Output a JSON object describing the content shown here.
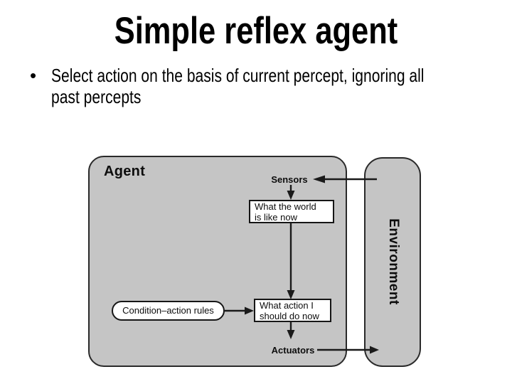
{
  "title": "Simple reflex agent",
  "bullet": {
    "marker": "•",
    "lines": [
      "Select action on the basis of current percept, ignoring all",
      "past percepts"
    ]
  },
  "diagram": {
    "agent_label": "Agent",
    "environment_label": "Environment",
    "sensors_label": "Sensors",
    "actuators_label": "Actuators",
    "world_box": {
      "lines": [
        "What the world",
        "is like now"
      ]
    },
    "action_box": {
      "lines": [
        "What action I",
        "should do now"
      ]
    },
    "rules_label": "Condition–action rules"
  },
  "colors": {
    "slide_bg": "#ffffff",
    "text": "#000000",
    "diagram_fill": "#c5c5c5",
    "diagram_border": "#2a2a2a",
    "box_bg": "#ffffff",
    "box_border": "#161616",
    "arrow": "#1a1a1a"
  }
}
